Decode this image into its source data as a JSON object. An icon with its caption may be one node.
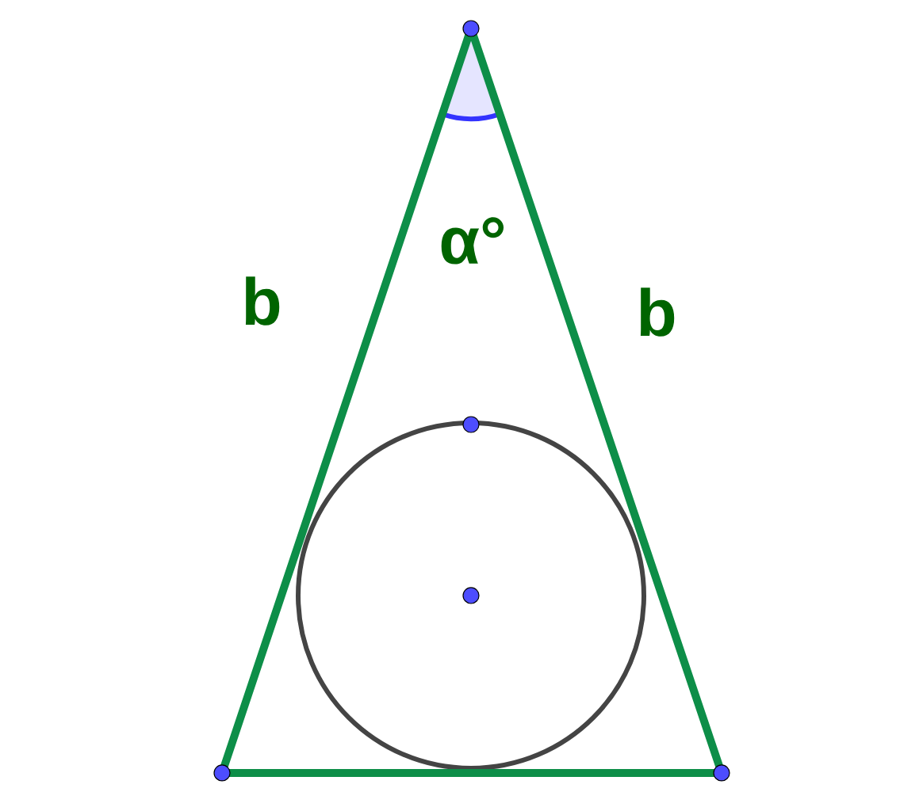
{
  "diagram": {
    "labels": [
      "b",
      "α°",
      "b"
    ]
  }
}
